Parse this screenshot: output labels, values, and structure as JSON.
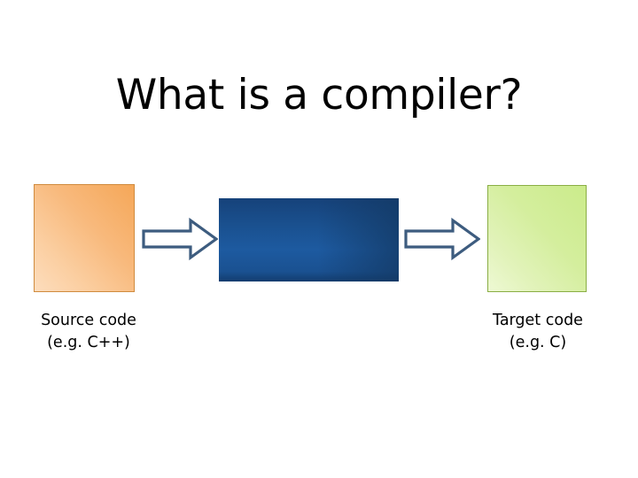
{
  "slide": {
    "title": "What is a compiler?",
    "background_color": "#ffffff"
  },
  "diagram": {
    "nodes": [
      {
        "id": "source",
        "role": "input",
        "shape": "rectangle",
        "fill_start": "#f5a758",
        "fill_end": "#fdddbd",
        "border_color": "#d08b3e",
        "caption_line1": "Source code",
        "caption_line2": "(e.g. C++)"
      },
      {
        "id": "compiler",
        "role": "process",
        "shape": "rectangle",
        "fill_start": "#1d5aa0",
        "fill_end": "#123c6e",
        "border_color": "none",
        "caption_line1": "",
        "caption_line2": ""
      },
      {
        "id": "target",
        "role": "output",
        "shape": "rectangle",
        "fill_start": "#cbeb8b",
        "fill_end": "#eef9d4",
        "border_color": "#8aae44",
        "caption_line1": "Target code",
        "caption_line2": "(e.g. C)"
      }
    ],
    "arrows": [
      {
        "id": "arrow-1",
        "from": "source",
        "to": "compiler",
        "direction": "right",
        "stroke_color": "#3d5c7f",
        "fill_color": "#ffffff"
      },
      {
        "id": "arrow-2",
        "from": "compiler",
        "to": "target",
        "direction": "right",
        "stroke_color": "#3d5c7f",
        "fill_color": "#ffffff"
      }
    ]
  }
}
